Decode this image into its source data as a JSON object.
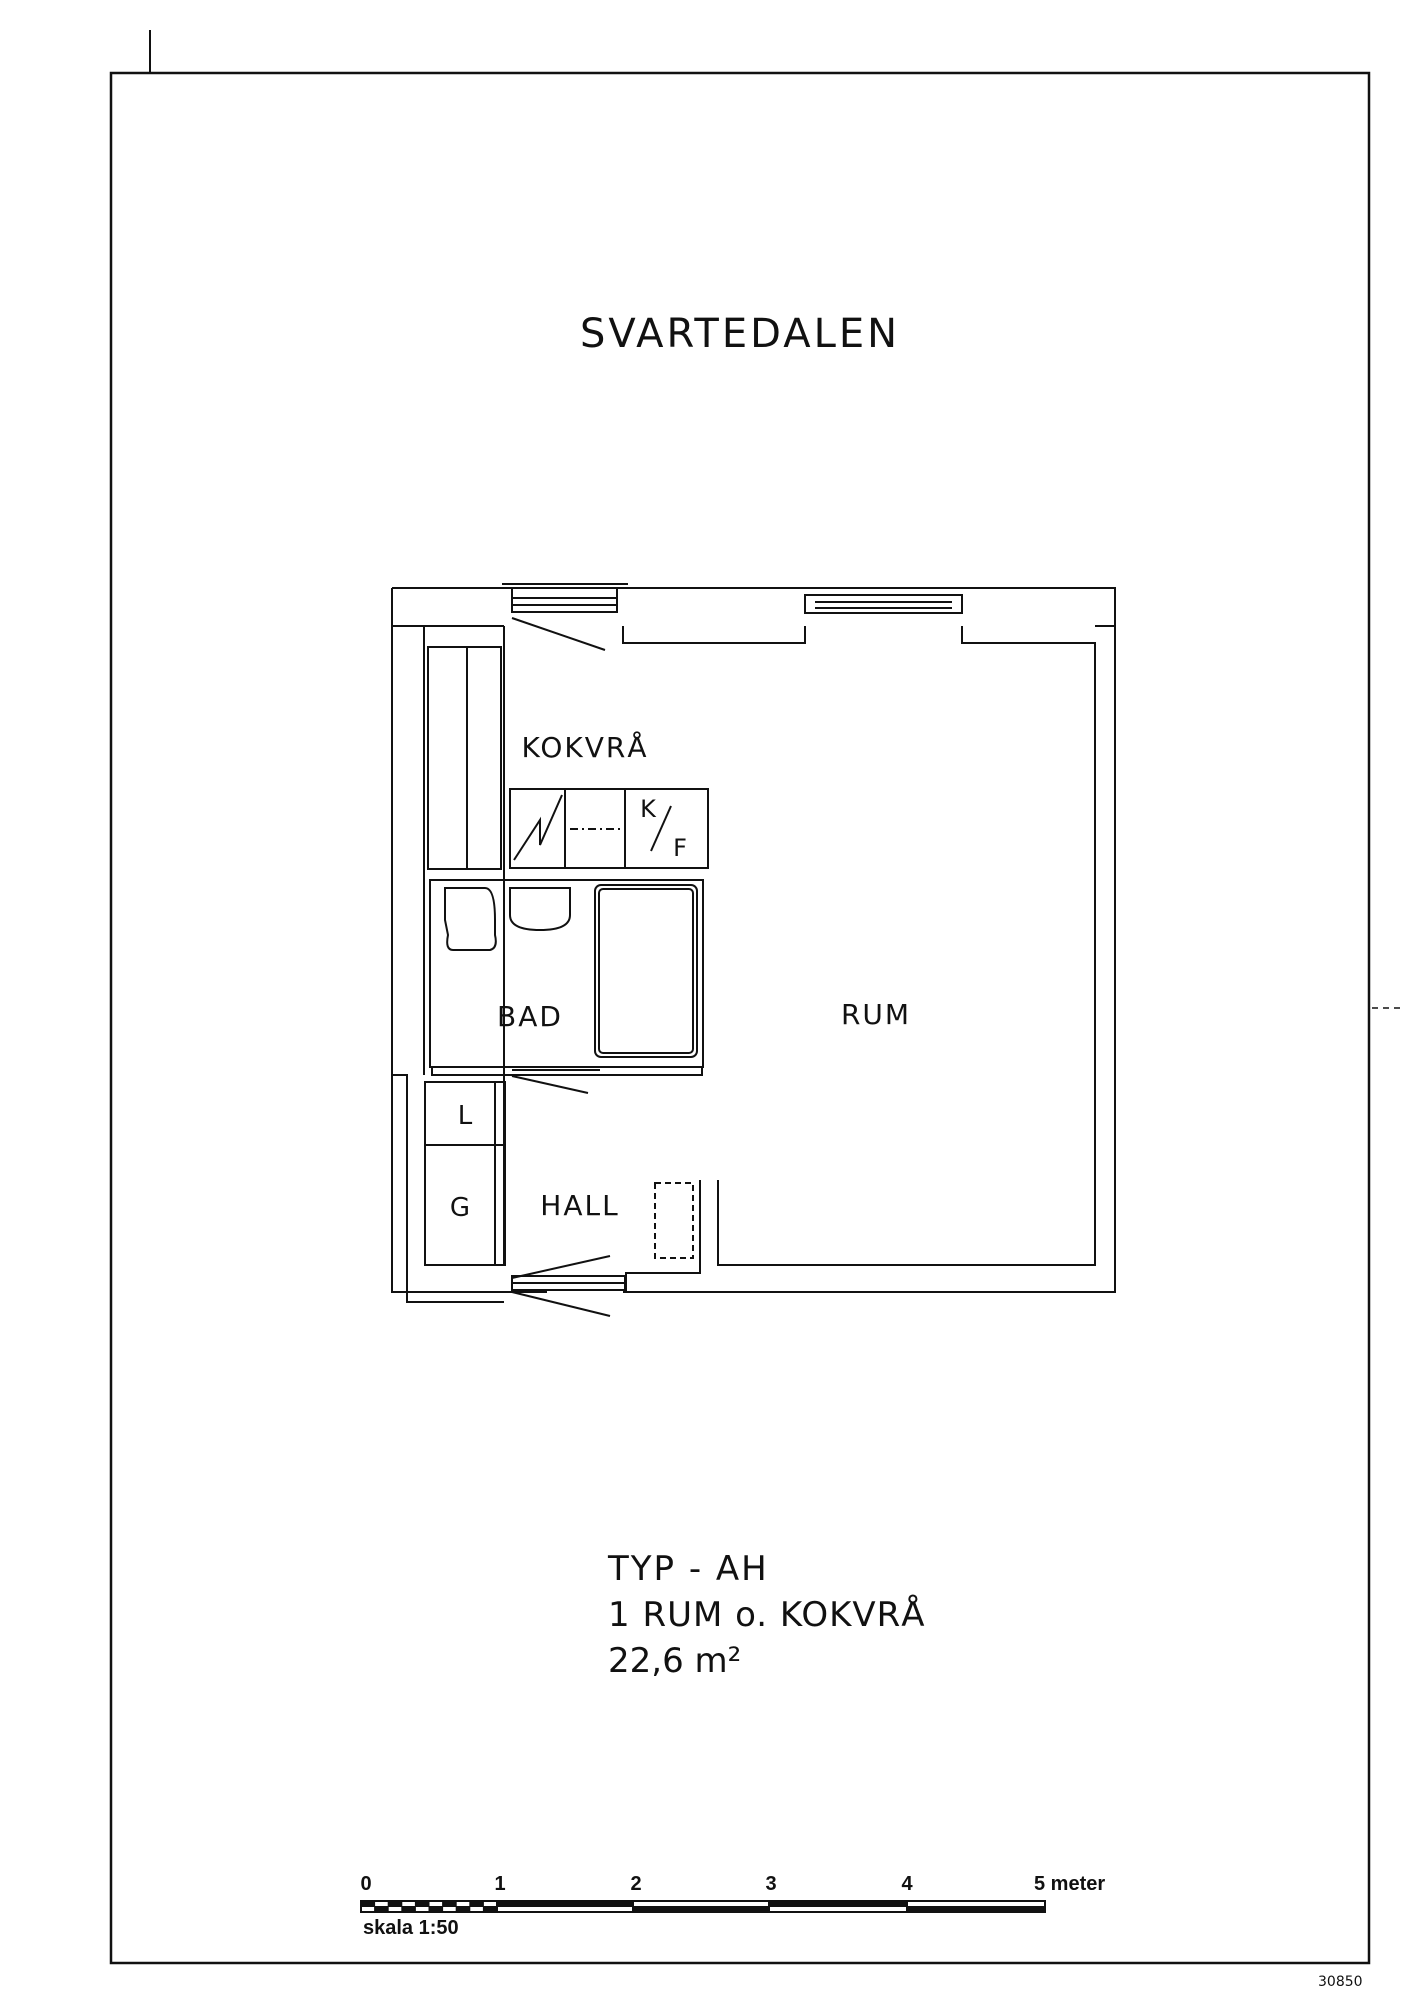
{
  "title": "SVARTEDALEN",
  "rooms": {
    "kitchen": "KOKVRÅ",
    "fridge_k": "K",
    "fridge_f": "F",
    "bath": "BAD",
    "room": "RUM",
    "linen": "L",
    "wardrobe": "G",
    "hall": "HALL"
  },
  "info": {
    "type": "TYP - AH",
    "description": "1 RUM o. KOKVRÅ",
    "area": "22,6 m²"
  },
  "scale": {
    "ticks": [
      "0",
      "1",
      "2",
      "3",
      "4",
      "5 meter"
    ],
    "label": "skala 1:50"
  },
  "doc_number": "30850"
}
